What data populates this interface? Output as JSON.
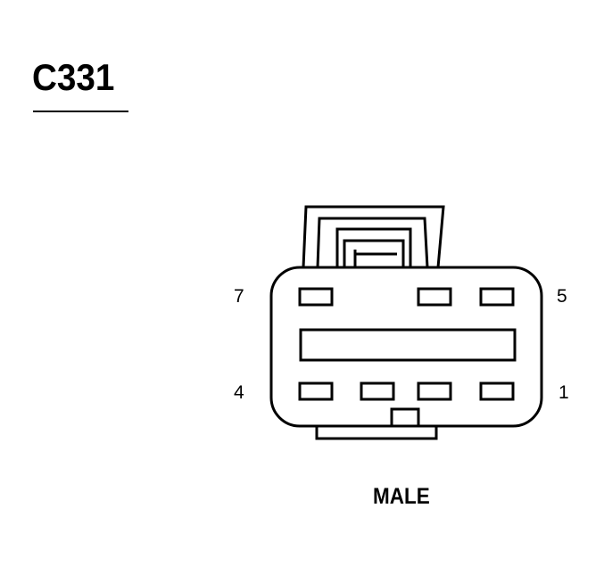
{
  "connector": {
    "id": "C331",
    "gender": "MALE"
  },
  "pins": {
    "top_left": "7",
    "top_right": "5",
    "bottom_left": "4",
    "bottom_right": "1"
  },
  "colors": {
    "line": "#000000",
    "background": "#ffffff"
  }
}
